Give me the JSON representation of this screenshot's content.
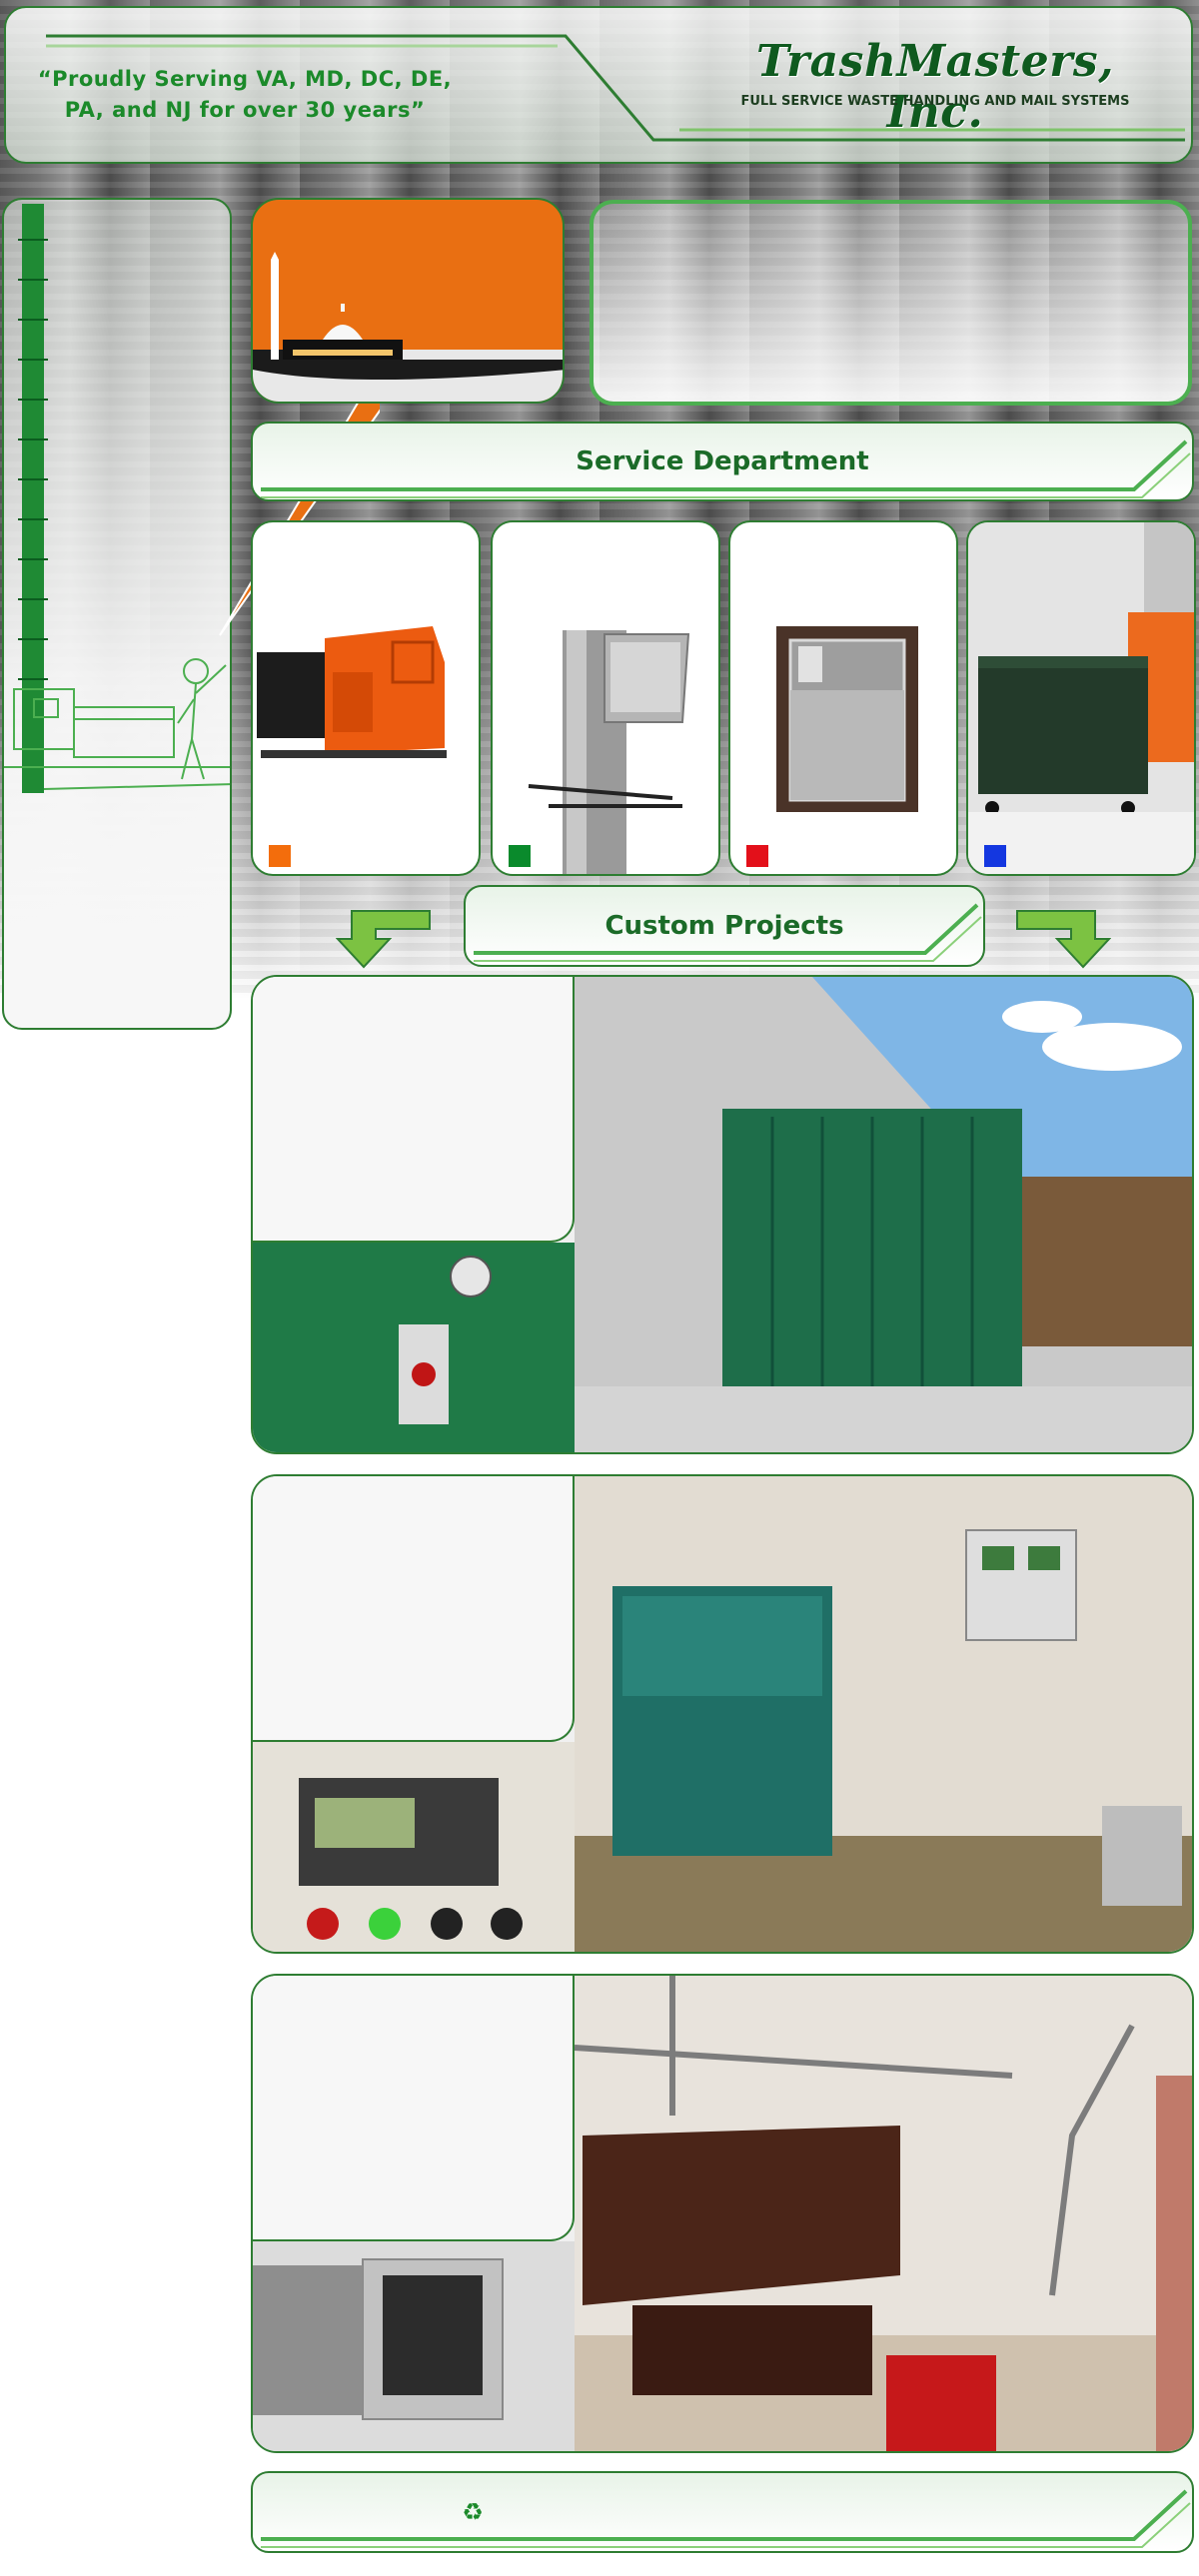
{
  "header": {
    "tagline_line1": "“Proudly  Serving  VA,  MD,  DC,  DE,",
    "tagline_line2": "PA, and NJ for over 30 years”",
    "company_name": "TrashMasters, Inc.",
    "company_subtitle": "FULL SERVICE WASTE HANDLING AND MAIL SYSTEMS"
  },
  "service": {
    "title": "Service Department",
    "cards": [
      {
        "swatch_color": "#f36d0c"
      },
      {
        "swatch_color": "#0a8a2c"
      },
      {
        "swatch_color": "#e3101a"
      },
      {
        "swatch_color": "#1437e0"
      }
    ]
  },
  "custom": {
    "title": "Custom Projects"
  },
  "footer": {
    "recycle_symbol": "♻"
  },
  "colors": {
    "brand_green": "#2e7d32",
    "text_green": "#1b6b28",
    "accent_orange": "#e96f12"
  }
}
